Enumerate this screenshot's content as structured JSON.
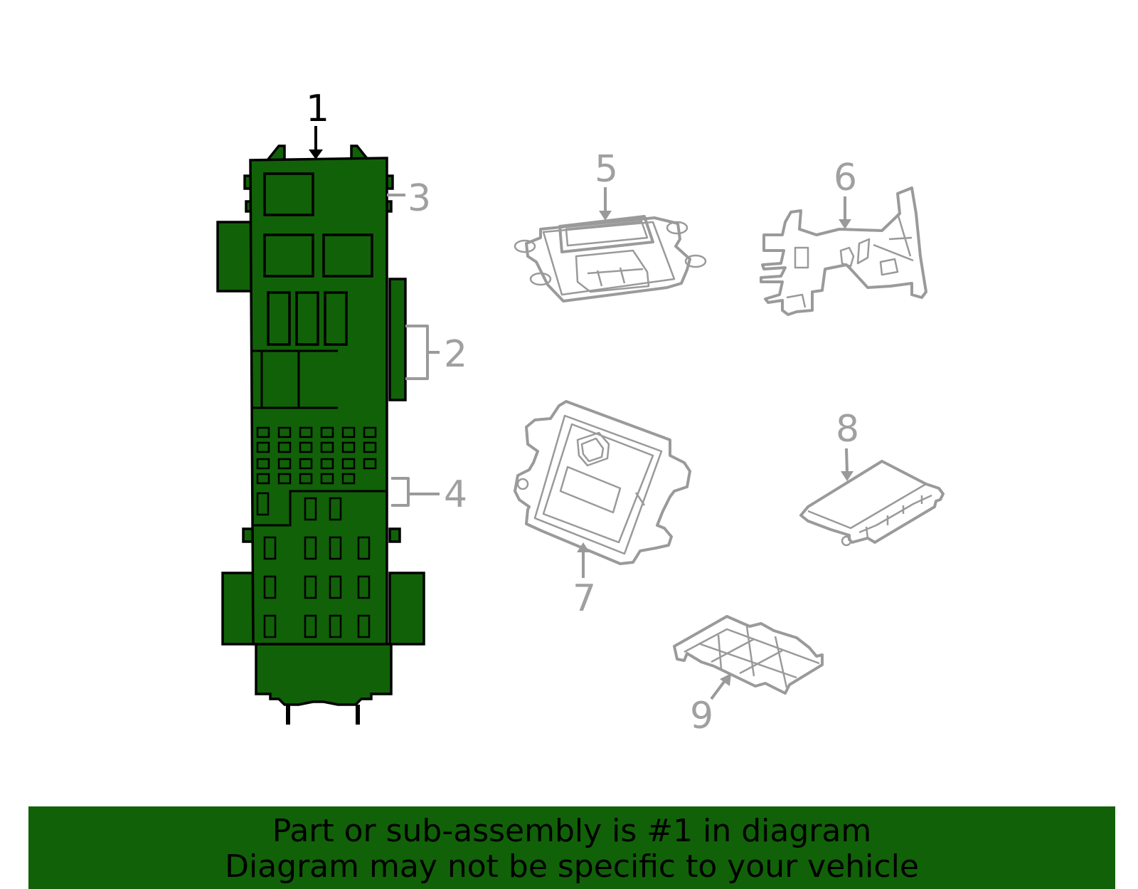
{
  "callouts": {
    "c1": "1",
    "c2": "2",
    "c3": "3",
    "c4": "4",
    "c5": "5",
    "c6": "6",
    "c7": "7",
    "c8": "8",
    "c9": "9"
  },
  "banner": {
    "line1": "Part or sub-assembly is #1 in diagram",
    "line2": "Diagram may not be specific to your vehicle"
  },
  "colors": {
    "highlight": "#116108",
    "grey_parts": "#9a9a9a"
  }
}
